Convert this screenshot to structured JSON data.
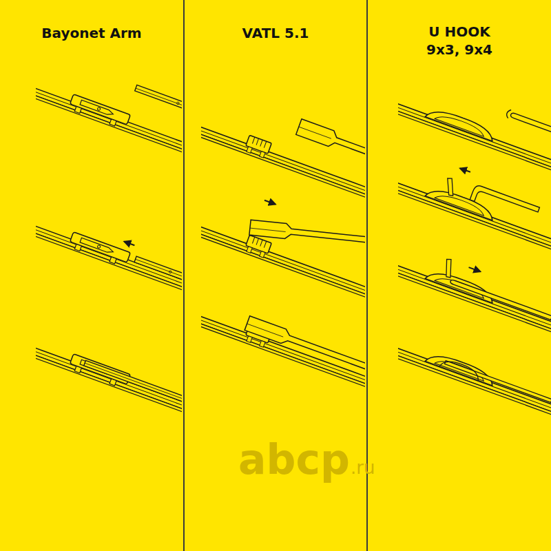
{
  "diagram": {
    "nodes": [
      {
        "text": [
          "Bayonet Arm"
        ]
      },
      {
        "text": [
          "VATL 5.1"
        ]
      },
      {
        "text": [
          "U HOOK 9x3, 9x4"
        ]
      }
    ],
    "labels": [
      "abcp",
      ".ru"
    ]
  }
}
